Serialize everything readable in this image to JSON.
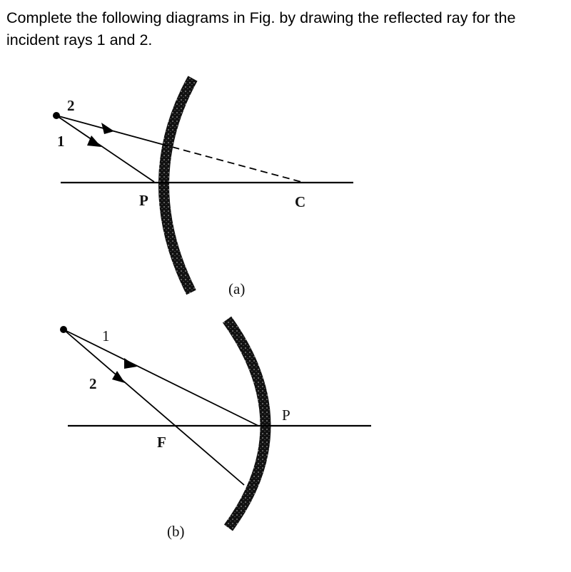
{
  "question": "Complete the following diagrams in Fig. by drawing the reflected ray for the incident rays 1 and 2.",
  "figure_a": {
    "caption": "(a)",
    "ray_labels": [
      "2",
      "1"
    ],
    "point_labels": {
      "pole": "P",
      "centre": "C"
    }
  },
  "figure_b": {
    "caption": "(b)",
    "ray_labels": [
      "1",
      "2"
    ],
    "point_labels": {
      "pole": "P",
      "focus": "F"
    }
  }
}
